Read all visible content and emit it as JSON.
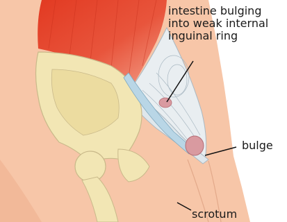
{
  "labels": {
    "intestine_line1": "intestine bulging",
    "intestine_line2": "into weak internal",
    "intestine_line3": "inguinal ring",
    "bulge": "bulge",
    "scrotum": "scrotum"
  },
  "colors": {
    "skin": "#f7c6a8",
    "skin_shadow": "#efb08f",
    "bone": "#f2e6b4",
    "bone_outline": "#c9b98a",
    "muscle": "#e5452e",
    "muscle_light": "#f08670",
    "fascia": "#e9eef1",
    "fascia_line": "#a9b8c2",
    "cord": "#b9d6e6",
    "bulge": "#d99aa0",
    "leader": "#111111",
    "text": "#1a1a1a"
  }
}
